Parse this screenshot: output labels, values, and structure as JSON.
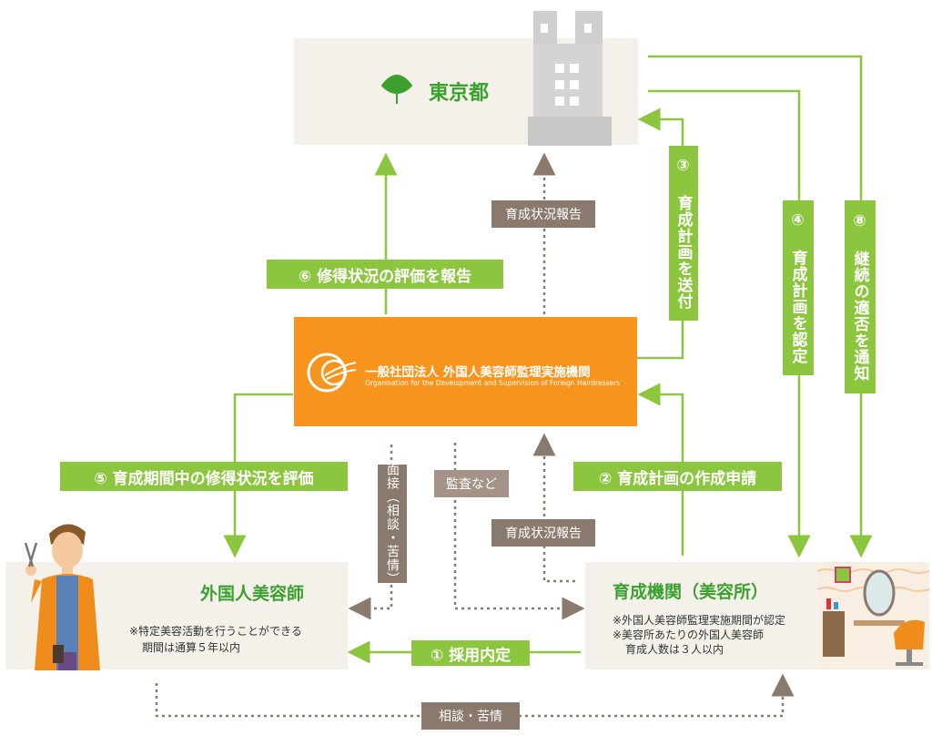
{
  "colors": {
    "green": "#8cc63f",
    "brown": "#8a7a6e",
    "orange": "#f7941d",
    "box_bg": "#f4f1ea",
    "title_green": "#3aa12e"
  },
  "tokyo": {
    "name": "東京都",
    "logo_icon": "ginkgo-leaf-icon",
    "building_icon": "building-icon"
  },
  "org": {
    "name_ja": "一般社団法人 外国人美容師監理実施機関",
    "name_en": "Organisation for the Development and Supervision of Foreign Hairdressers",
    "logo_icon": "org-swirl-logo-icon"
  },
  "hairdresser": {
    "title": "外国人美容師",
    "note_line1": "※特定美容活動を行うことができる",
    "note_line2": "期間は通算５年以内",
    "illustration": "hairdresser-person-icon"
  },
  "salon": {
    "title": "育成機関（美容所）",
    "note_line1": "※外国人美容師監理実施期間が認定",
    "note_line2": "※美容所あたりの外国人美容師",
    "note_line3": "育成人数は３人以内",
    "illustration": "salon-interior-icon"
  },
  "labels": {
    "step1": "① 採用内定",
    "step2": "② 育成計画の作成申請",
    "step3": "③ 育成計画を送付",
    "step4": "④ 育成計画を認定",
    "step5": "⑤ 育成期間中の修得状況を評価",
    "step6": "⑥ 修得状況の評価を報告",
    "step8": "⑧ 継続の適否を通知",
    "report_top": "育成状況報告",
    "report_bottom": "育成状況報告",
    "audit": "監査など",
    "interview": "面接（相談・苦情）",
    "consult": "相談・苦情"
  }
}
